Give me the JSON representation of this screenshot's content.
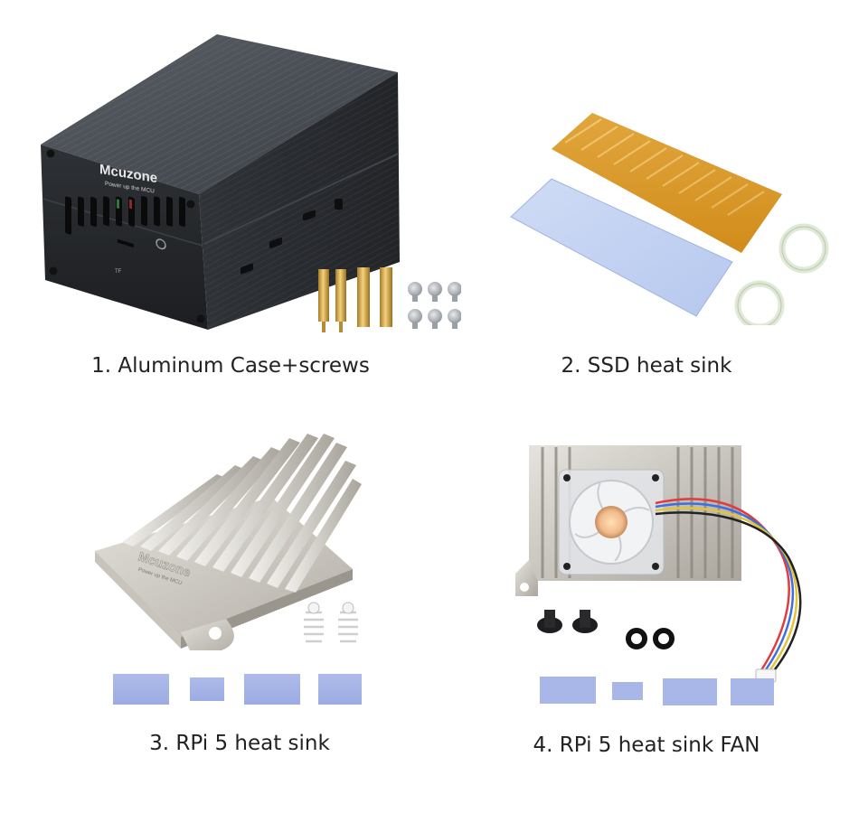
{
  "items": [
    {
      "caption": "1. Aluminum Case+screws"
    },
    {
      "caption": "2. SSD heat sink"
    },
    {
      "caption": "3. RPi 5 heat sink"
    },
    {
      "caption": "4. RPi 5 heat sink FAN"
    }
  ],
  "brand": {
    "logo": "Mcuzone",
    "tagline": "Power up the MCU"
  },
  "case_labels": {
    "tf": "TF"
  }
}
